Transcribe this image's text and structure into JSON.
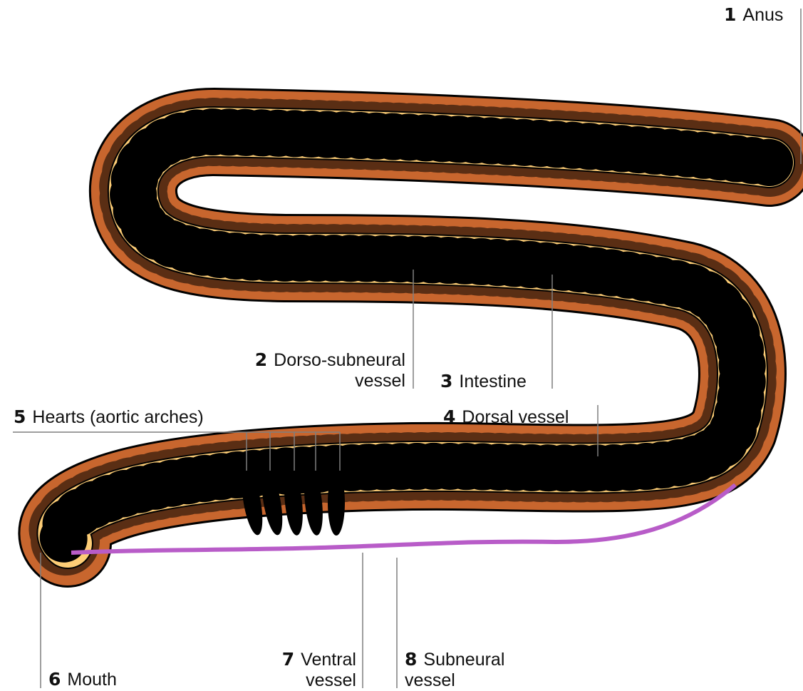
{
  "colors": {
    "skin": "#C8662E",
    "intestine": "#FDCD76",
    "ventral_line": "#B85CC8",
    "vessel": "#000000",
    "leader": "#7f7f7f"
  },
  "labels": [
    {
      "number": "1",
      "text": "Anus"
    },
    {
      "number": "2",
      "text_line1": "Dorso-subneural",
      "text_line2": "vessel"
    },
    {
      "number": "3",
      "text": "Intestine"
    },
    {
      "number": "4",
      "text": "Dorsal vessel"
    },
    {
      "number": "5",
      "text": "Hearts (aortic arches)"
    },
    {
      "number": "6",
      "text": "Mouth"
    },
    {
      "number": "7",
      "text_line1": "Ventral",
      "text_line2": "vessel"
    },
    {
      "number": "8",
      "text_line1": "Subneural",
      "text_line2": "vessel"
    }
  ]
}
